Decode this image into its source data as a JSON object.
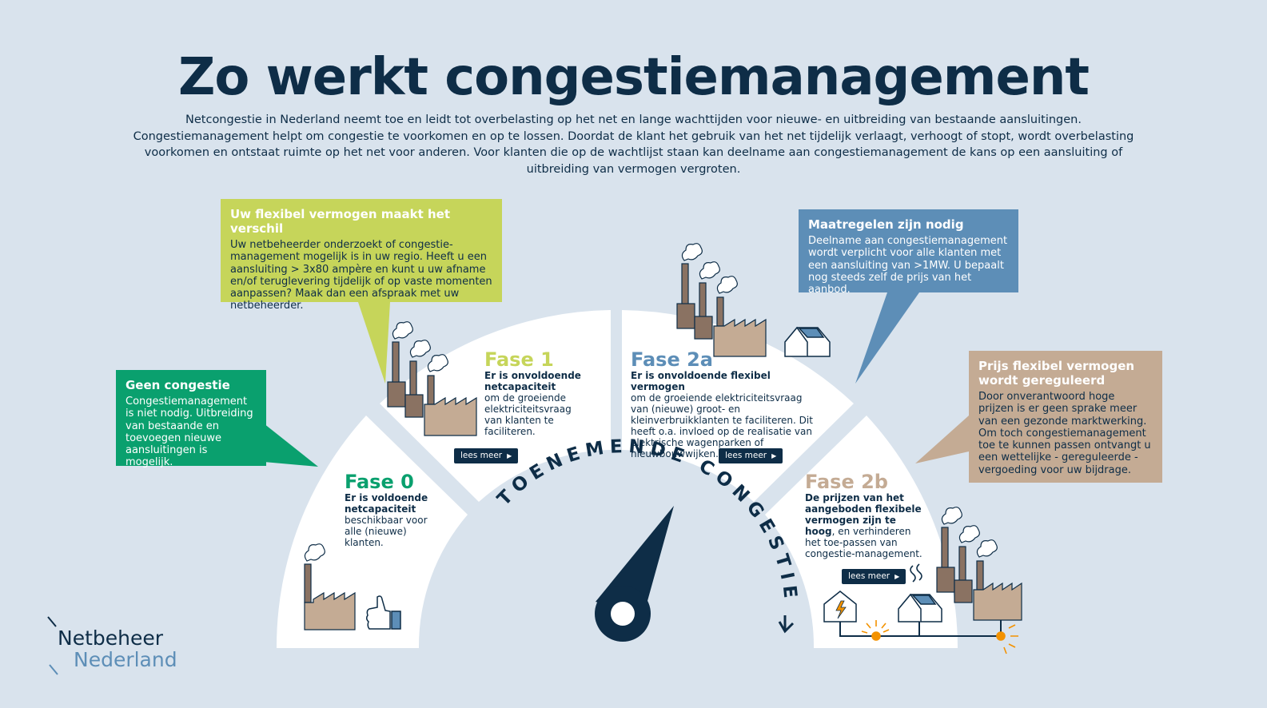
{
  "title": "Zo werkt congestiemanagement",
  "intro": "Netcongestie in Nederland neemt toe en leidt tot overbelasting op het net en lange wachttijden voor nieuwe- en uitbreiding van bestaande aansluitingen. Congestiemanagement helpt om congestie te voorkomen en op te lossen. Doordat de klant het gebruik van het net tijdelijk verlaagt, verhoogt of stopt, wordt overbelasting voorkomen en ontstaat ruimte op het net voor anderen. Voor klanten die op de wachtlijst staan kan deelname aan congestiemanagement de kans op een aansluiting of uitbreiding van vermogen vergroten.",
  "callouts": {
    "green": {
      "title": "Geen congestie",
      "text": "Congestiemanagement is niet nodig. Uitbreiding van bestaande en toevoegen nieuwe aansluitingen is mogelijk.",
      "color": "#0aa06e"
    },
    "lime": {
      "title": "Uw flexibel vermogen maakt het verschil",
      "text": "Uw netbeheerder onderzoekt of congestie-management mogelijk is in uw regio. Heeft u een aansluiting  > 3x80 ampère en kunt u uw afname en/of teruglevering tijdelijk of op vaste momenten aanpassen? Maak dan een afspraak met uw netbeheerder.",
      "color": "#c6d55a"
    },
    "blue": {
      "title": "Maatregelen zijn nodig",
      "text": "Deelname aan congestiemanagement wordt verplicht voor alle klanten met een aansluiting van >1MW. U bepaalt nog steeds zelf de prijs van het aanbod.",
      "color": "#5d8eb7"
    },
    "tan": {
      "title": "Prijs flexibel vermogen wordt gereguleerd",
      "text": "Door onverantwoord hoge prijzen is er geen sprake meer van een gezonde marktwerking. Om toch congestiemanagement toe te kunnen passen ontvangt u een wettelijke - gereguleerde - vergoeding voor uw bijdrage.",
      "color": "#c4ab94"
    }
  },
  "phases": {
    "fase0": {
      "name": "Fase 0",
      "strong": "Er is voldoende netcapaciteit",
      "body": "beschikbaar voor alle (nieuwe) klanten.",
      "color": "#0aa06e"
    },
    "fase1": {
      "name": "Fase 1",
      "strong": "Er is onvoldoende netcapaciteit",
      "body": "om de groeiende elektriciteitsvraag van klanten te faciliteren.",
      "color": "#c6d55a"
    },
    "fase2a": {
      "name": "Fase 2a",
      "strong": "Er is onvoldoende flexibel vermogen",
      "body": "om de groeiende elektriciteitsvraag van (nieuwe) groot- en kleinverbruikklanten te faciliteren. Dit heeft o.a. invloed op de realisatie van elektrische wagenparken of nieuwbouwwijken.",
      "color": "#5d8eb7"
    },
    "fase2b": {
      "name": "Fase 2b",
      "strong": "De prijzen van het aangeboden flexibele vermogen zijn te hoog",
      "body": ", en verhinderen het toe-passen van congestie-management.",
      "color": "#c4ab94"
    }
  },
  "button_label": "lees meer",
  "gauge_label": "TOENEMENDE CONGESTIE",
  "logo": {
    "line1": "Netbeheer",
    "line2": "Nederland"
  },
  "colors": {
    "navy": "#0e2d47",
    "background": "#d9e3ed",
    "factory": "#c4ab94",
    "factory_dark": "#8a7262",
    "spark": "#f39200"
  },
  "icons": [
    "factory-icon",
    "thumbs-up-icon",
    "house-solar-icon",
    "house-lightning-icon",
    "smoke-icon",
    "spark-icon",
    "heat-waves-icon",
    "gauge-needle-icon"
  ]
}
